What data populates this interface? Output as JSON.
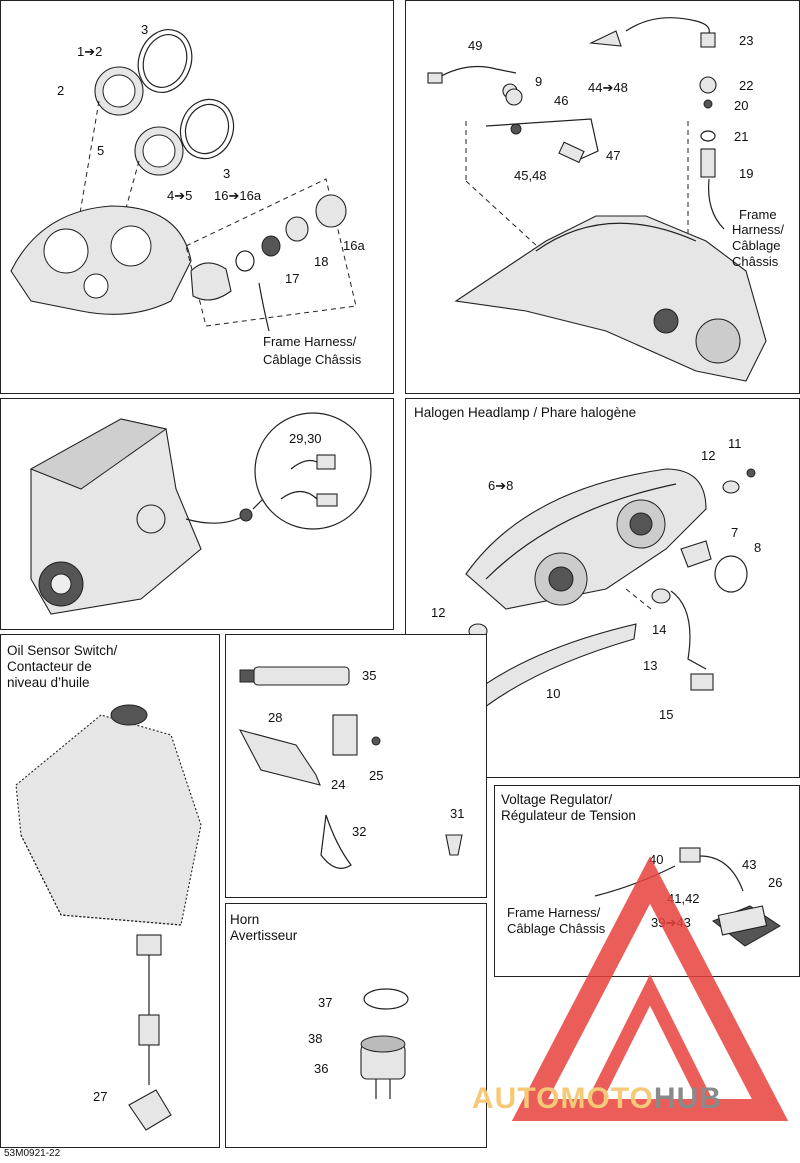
{
  "panels": {
    "gauges": {
      "labels": [
        "1➔2",
        "2",
        "3",
        "5",
        "4➔5",
        "3",
        "16➔16a",
        "16a",
        "17",
        "18"
      ],
      "harness": [
        "Frame Harness/",
        "Câblage Châssis"
      ]
    },
    "console": {
      "labels": [
        "49",
        "9",
        "46",
        "44➔48",
        "47",
        "45,48",
        "23",
        "22",
        "20",
        "21",
        "19"
      ],
      "harness": [
        "Frame",
        "Harness/",
        "Câblage",
        "Châssis"
      ]
    },
    "engine": {
      "labels": [
        "29,30"
      ]
    },
    "headlamp": {
      "title": "Halogen Headlamp / Phare halogène",
      "labels": [
        "11",
        "12",
        "6➔8",
        "7",
        "8",
        "12",
        "14",
        "13",
        "10",
        "15"
      ]
    },
    "oil": {
      "title": [
        "Oil Sensor Switch/",
        "Contacteur de",
        "niveau d’huile"
      ],
      "labels": [
        "27"
      ]
    },
    "misc": {
      "labels": [
        "35",
        "28",
        "24",
        "25",
        "32",
        "31"
      ]
    },
    "horn": {
      "title": [
        "Horn",
        "Avertisseur"
      ],
      "labels": [
        "37",
        "38",
        "36"
      ]
    },
    "regulator": {
      "title": [
        "Voltage Regulator/",
        "Régulateur de Tension"
      ],
      "labels": [
        "40",
        "43",
        "26",
        "41,42",
        "39➔43"
      ],
      "harness": [
        "Frame Harness/",
        "Câblage Châssis"
      ]
    }
  },
  "watermark": {
    "text_auto": "AUTOMOTO",
    "text_hub": "HUB",
    "color_auto": "#f5c978",
    "color_hub": "#8a8a8a",
    "logo_color": "#e8413b"
  },
  "footer": "53M0921-22"
}
